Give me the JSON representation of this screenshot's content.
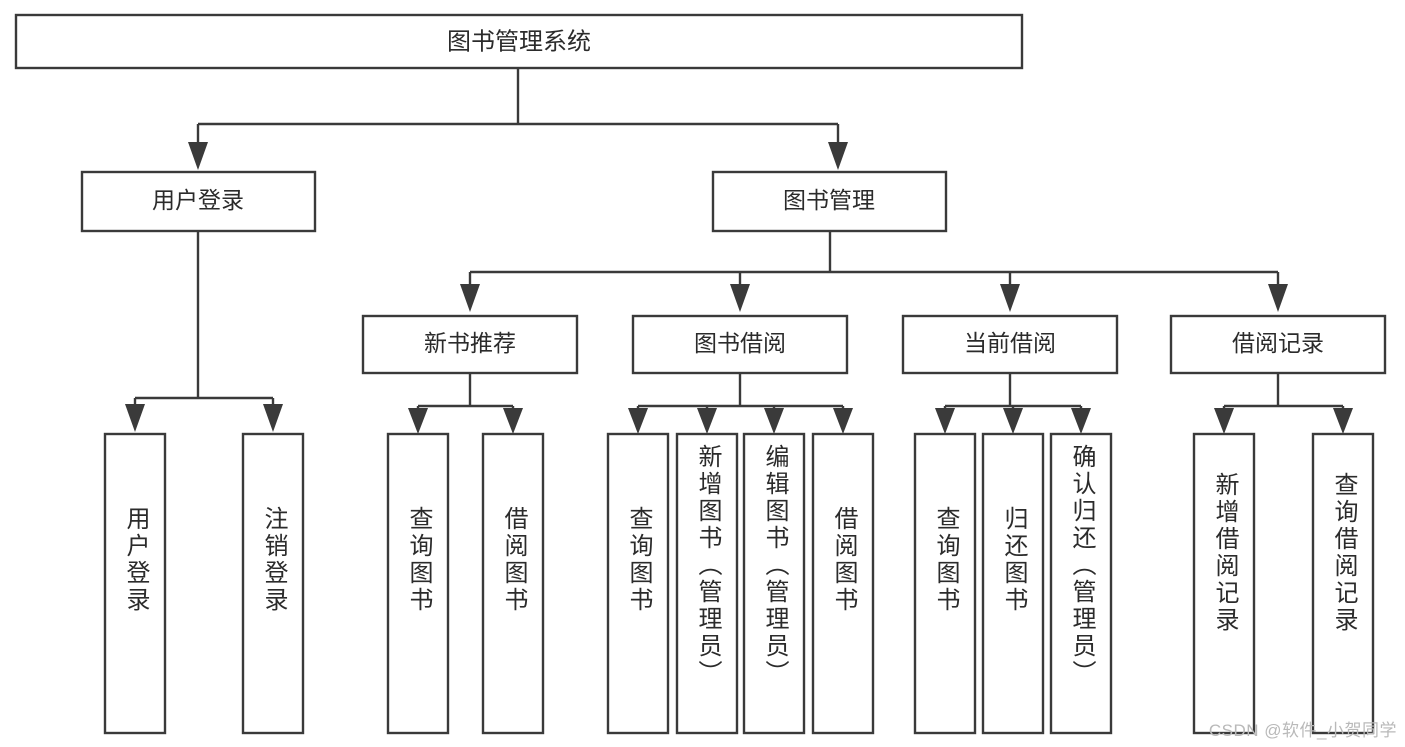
{
  "diagram": {
    "title": "图书管理系统",
    "type": "tree",
    "watermark": "CSDN @软件_小贺同学",
    "colors": {
      "box_stroke": "#3a3a3a",
      "box_fill": "#ffffff",
      "text": "#2b2b2b",
      "connector": "#3a3a3a",
      "background": "#ffffff",
      "watermark": "#b9b9b9"
    },
    "root": {
      "label": "图书管理系统"
    },
    "level2": [
      {
        "label": "用户登录"
      },
      {
        "label": "图书管理"
      }
    ],
    "level3": [
      {
        "label": "新书推荐"
      },
      {
        "label": "图书借阅"
      },
      {
        "label": "当前借阅"
      },
      {
        "label": "借阅记录"
      }
    ],
    "leaves": {
      "user_login": [
        {
          "label": "用户登录"
        },
        {
          "label": "注销登录"
        }
      ],
      "new_book_recommend": [
        {
          "label": "查询图书"
        },
        {
          "label": "借阅图书"
        }
      ],
      "book_borrow": [
        {
          "label": "查询图书"
        },
        {
          "label": "新增图书（管理员）"
        },
        {
          "label": "编辑图书（管理员）"
        },
        {
          "label": "借阅图书"
        }
      ],
      "current_borrow": [
        {
          "label": "查询图书"
        },
        {
          "label": "归还图书"
        },
        {
          "label": "确认归还（管理员）"
        }
      ],
      "borrow_record": [
        {
          "label": "新增借阅记录"
        },
        {
          "label": "查询借阅记录"
        }
      ]
    }
  }
}
